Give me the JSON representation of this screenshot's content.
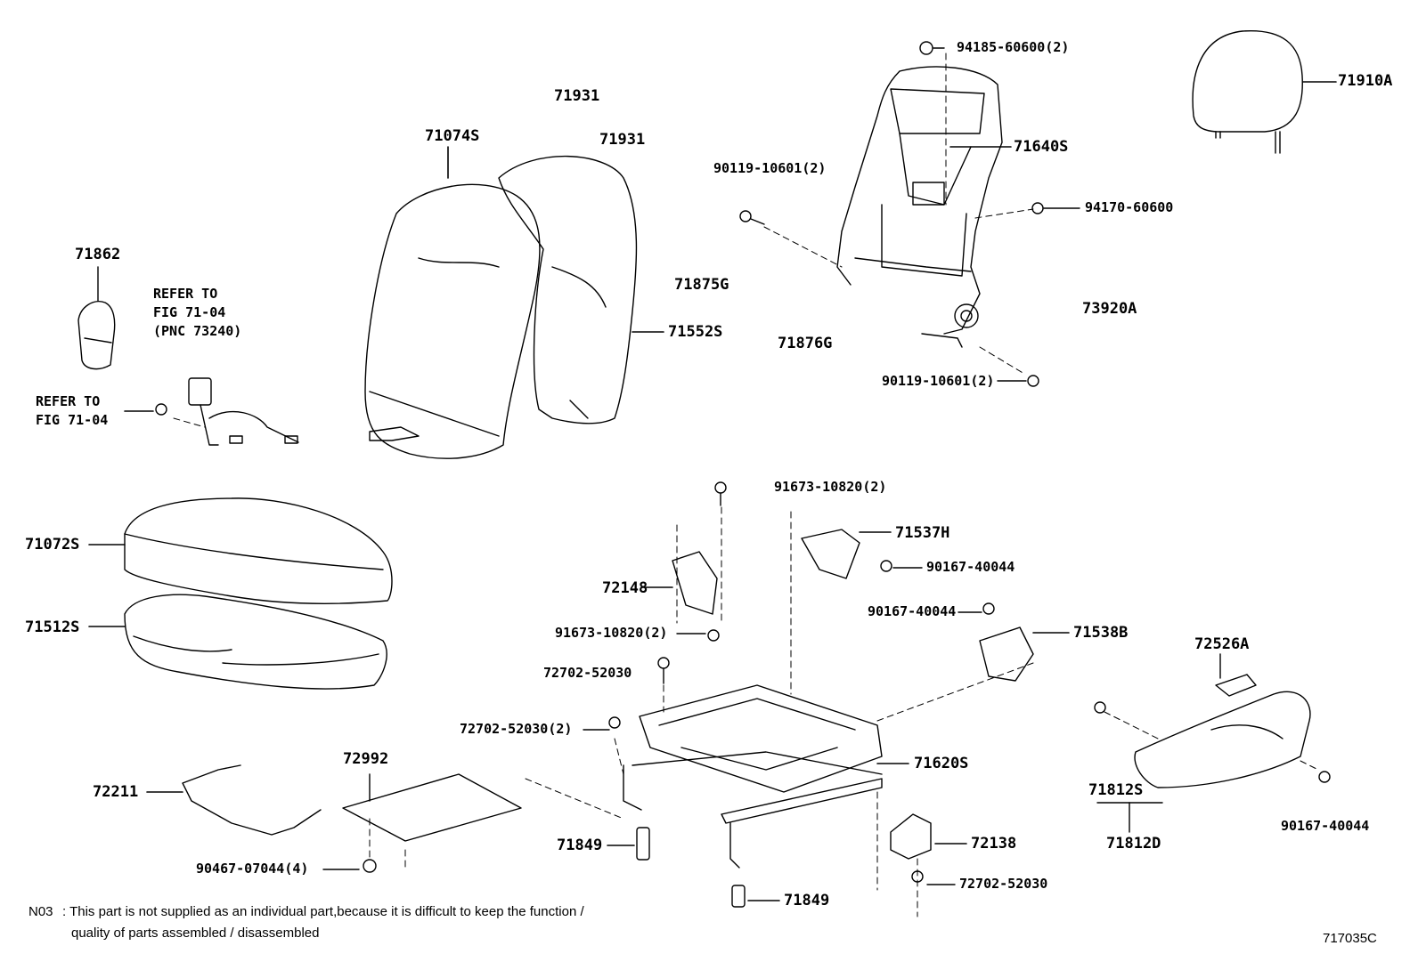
{
  "labels": {
    "p94185": "94185-60600(2)",
    "p71910A": "71910A",
    "p71931a": "71931",
    "p71931b": "71931",
    "p71074S": "71074S",
    "p71640S": "71640S",
    "p90119a": "90119-10601(2)",
    "p94170": "94170-60600",
    "p71862": "71862",
    "p71875G": "71875G",
    "p73920A": "73920A",
    "p71552S": "71552S",
    "p71876G": "71876G",
    "p90119b": "90119-10601(2)",
    "p91673a": "91673-10820(2)",
    "p71537H": "71537H",
    "p71072S": "71072S",
    "p90167a": "90167-40044",
    "p72148": "72148",
    "p90167b": "90167-40044",
    "p71512S": "71512S",
    "p91673b": "91673-10820(2)",
    "p71538B": "71538B",
    "p72526A": "72526A",
    "p72702a": "72702-52030",
    "p72702b": "72702-52030(2)",
    "p72992": "72992",
    "p71620S": "71620S",
    "p72211": "72211",
    "p71812S": "71812S",
    "p71849a": "71849",
    "p72138": "72138",
    "p71812D": "71812D",
    "p90167c": "90167-40044",
    "p90467": "90467-07044(4)",
    "p72702c": "72702-52030",
    "p71849b": "71849"
  },
  "refs": {
    "refer_fig_pnc": [
      "REFER TO",
      "FIG 71-04",
      "(PNC 73240)"
    ],
    "refer_fig": [
      "REFER TO",
      "FIG 71-04"
    ]
  },
  "footnote": {
    "code": "N03",
    "line1": ": This part is not supplied as an individual part,because it is difficult to keep the function /",
    "line2": "quality of parts assembled / disassembled"
  },
  "figure_id": "717035C"
}
